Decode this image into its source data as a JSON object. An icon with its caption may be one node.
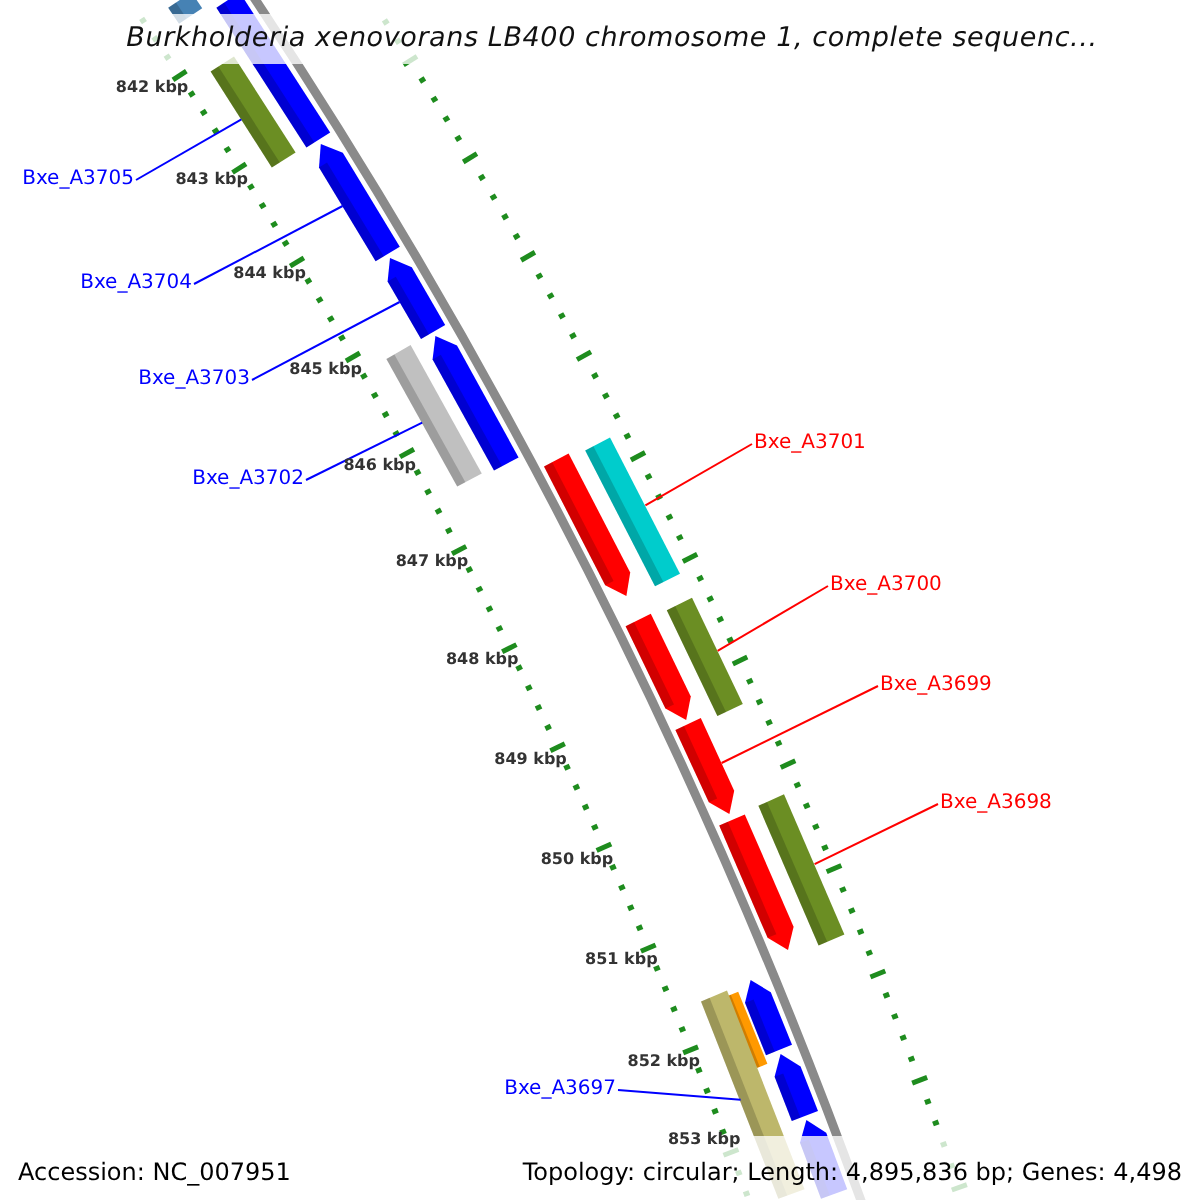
{
  "diagram": {
    "title": "Burkholderia xenovorans LB400 chromosome 1, complete sequenc...",
    "nodes": [
      {
        "text": [],
        "shape": "bar"
      },
      {
        "text": [],
        "shape": "bar"
      },
      {
        "text": [
          "Bxe_A3705"
        ]
      },
      {
        "text": [],
        "shape": "bar"
      },
      {
        "text": [
          "Bxe_A3704"
        ]
      },
      {
        "text": [],
        "shape": "pentagon"
      },
      {
        "text": [
          "Bxe_A3703"
        ]
      },
      {
        "text": [],
        "shape": "pentagon"
      },
      {
        "text": [],
        "shape": "pentagon"
      },
      {
        "text": [
          "Bxe_A3701"
        ]
      },
      {
        "text": [],
        "shape": "bar"
      },
      {
        "text": [
          "Bxe_A3702"
        ]
      },
      {
        "text": [],
        "shape": "bar"
      },
      {
        "text": [],
        "shape": "pentagon"
      },
      {
        "text": [
          "Bxe_A3700"
        ]
      },
      {
        "text": [],
        "shape": "bar"
      },
      {
        "text": [],
        "shape": "pentagon"
      },
      {
        "text": [
          "Bxe_A3699"
        ]
      },
      {
        "text": [],
        "shape": "pentagon"
      },
      {
        "text": [
          "Bxe_A3698"
        ]
      },
      {
        "text": [],
        "shape": "bar"
      },
      {
        "text": [],
        "shape": "pentagon"
      },
      {
        "text": [],
        "shape": "pentagon"
      },
      {
        "text": [],
        "shape": "bar"
      },
      {
        "text": [
          "Bxe_A3697"
        ]
      },
      {
        "text": [],
        "shape": "bar"
      },
      {
        "text": [],
        "shape": "pentagon"
      },
      {
        "text": [],
        "shape": "pentagon"
      }
    ],
    "edges": [
      {
        "from": 2,
        "to": 3,
        "arrow": "none"
      },
      {
        "from": 4,
        "to": 5,
        "arrow": "none"
      },
      {
        "from": 6,
        "to": 7,
        "arrow": "none"
      },
      {
        "from": 9,
        "to": 10,
        "arrow": "none",
        "color": "#ff0000"
      },
      {
        "from": 11,
        "to": 12,
        "arrow": "none"
      },
      {
        "from": 14,
        "to": 15,
        "arrow": "none",
        "color": "#ff0000"
      },
      {
        "from": 17,
        "to": 18,
        "arrow": "none",
        "color": "#ff0000"
      },
      {
        "from": 19,
        "to": 20,
        "arrow": "none",
        "color": "#ff0000"
      },
      {
        "from": 24,
        "to": 25,
        "arrow": "none"
      }
    ],
    "labels": [
      "842 kbp",
      "843 kbp",
      "844 kbp",
      "845 kbp",
      "846 kbp",
      "847 kbp",
      "848 kbp",
      "849 kbp",
      "850 kbp",
      "851 kbp",
      "852 kbp",
      "853 kbp",
      "Accession: NC_007951",
      "Topology: circular; Length: 4,895,836 bp; Genes: 4,498"
    ]
  }
}
